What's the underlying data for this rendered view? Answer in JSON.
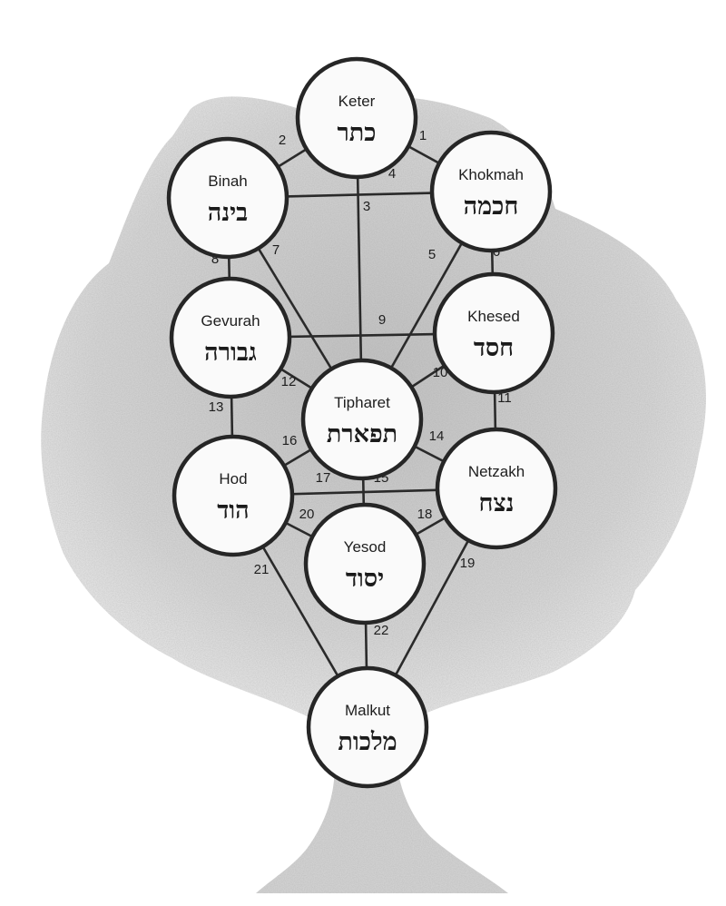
{
  "sephirot": [
    {
      "key": "keter",
      "name": "Keter",
      "hebrew": "כתר"
    },
    {
      "key": "binah",
      "name": "Binah",
      "hebrew": "בינה"
    },
    {
      "key": "khokmah",
      "name": "Khokmah",
      "hebrew": "חכמה"
    },
    {
      "key": "gevurah",
      "name": "Gevurah",
      "hebrew": "גבורה"
    },
    {
      "key": "khesed",
      "name": "Khesed",
      "hebrew": "חסד"
    },
    {
      "key": "tipharet",
      "name": "Tipharet",
      "hebrew": "תפארת"
    },
    {
      "key": "hod",
      "name": "Hod",
      "hebrew": "הוד"
    },
    {
      "key": "netzakh",
      "name": "Netzakh",
      "hebrew": "נצח"
    },
    {
      "key": "yesod",
      "name": "Yesod",
      "hebrew": "יסוד"
    },
    {
      "key": "malkut",
      "name": "Malkut",
      "hebrew": "מלכות"
    }
  ],
  "paths": [
    {
      "number": "1",
      "from": "keter",
      "to": "khokmah"
    },
    {
      "number": "2",
      "from": "keter",
      "to": "binah"
    },
    {
      "number": "3",
      "from": "keter",
      "to": "tipharet"
    },
    {
      "number": "4",
      "from": "binah",
      "to": "khokmah"
    },
    {
      "number": "5",
      "from": "khokmah",
      "to": "tipharet"
    },
    {
      "number": "6",
      "from": "khokmah",
      "to": "khesed"
    },
    {
      "number": "7",
      "from": "binah",
      "to": "tipharet"
    },
    {
      "number": "8",
      "from": "binah",
      "to": "gevurah"
    },
    {
      "number": "9",
      "from": "gevurah",
      "to": "khesed"
    },
    {
      "number": "10",
      "from": "khesed",
      "to": "tipharet"
    },
    {
      "number": "11",
      "from": "khesed",
      "to": "netzakh"
    },
    {
      "number": "12",
      "from": "gevurah",
      "to": "tipharet"
    },
    {
      "number": "13",
      "from": "gevurah",
      "to": "hod"
    },
    {
      "number": "14",
      "from": "tipharet",
      "to": "netzakh"
    },
    {
      "number": "15",
      "from": "tipharet",
      "to": "yesod"
    },
    {
      "number": "16",
      "from": "tipharet",
      "to": "hod"
    },
    {
      "number": "17",
      "from": "hod",
      "to": "netzakh"
    },
    {
      "number": "18",
      "from": "netzakh",
      "to": "yesod"
    },
    {
      "number": "19",
      "from": "netzakh",
      "to": "malkut"
    },
    {
      "number": "20",
      "from": "hod",
      "to": "yesod"
    },
    {
      "number": "21",
      "from": "hod",
      "to": "malkut"
    },
    {
      "number": "22",
      "from": "yesod",
      "to": "malkut"
    }
  ]
}
